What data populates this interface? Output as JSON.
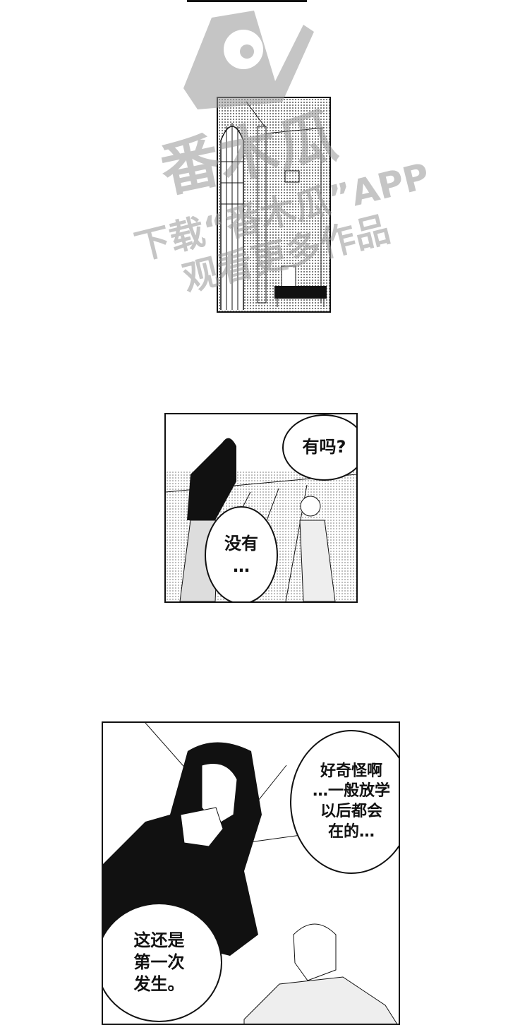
{
  "watermark": {
    "logo_text": "番木瓜",
    "line1": "下载“番木瓜”APP",
    "line2": "观看更多作品"
  },
  "panel2": {
    "bubble_top": "有吗?",
    "bubble_bottom": [
      "没有",
      "…"
    ]
  },
  "panel3": {
    "bubble_right": [
      "好奇怪啊",
      "…一般放学",
      "以后都会",
      "在的…"
    ],
    "bubble_left": [
      "这还是",
      "第一次",
      "发生。"
    ]
  },
  "colors": {
    "ink": "#111111",
    "watermark": "#969696"
  }
}
